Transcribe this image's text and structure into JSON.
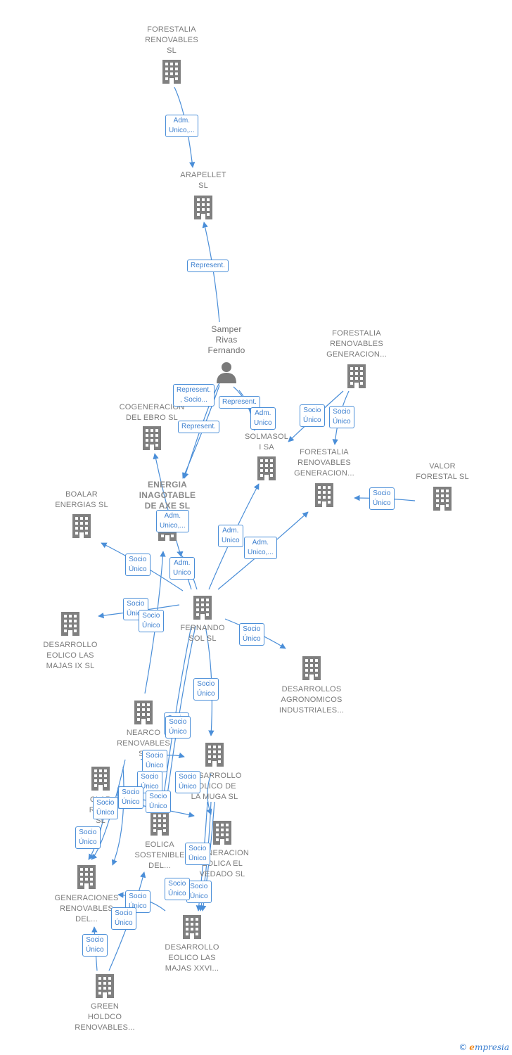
{
  "colors": {
    "edge": "#4a8ed8",
    "building": "#808080",
    "focus": "#f06a2a",
    "person": "#7a7a7a",
    "label": "#7a7a7a"
  },
  "nodes": [
    {
      "id": "forestalia_top",
      "kind": "company",
      "lines": [
        "FORESTALIA",
        "RENOVABLES",
        "SL"
      ]
    },
    {
      "id": "arapellet",
      "kind": "company",
      "lines": [
        "ARAPELLET",
        "SL"
      ]
    },
    {
      "id": "samper",
      "kind": "person",
      "lines": [
        "Samper",
        "Rivas",
        "Fernando"
      ]
    },
    {
      "id": "forestalia_gen_top",
      "kind": "company",
      "lines": [
        "FORESTALIA",
        "RENOVABLES",
        "GENERACION..."
      ]
    },
    {
      "id": "cogeneracion",
      "kind": "company",
      "lines": [
        "COGENERACION",
        "DEL EBRO  SL"
      ]
    },
    {
      "id": "solmasol",
      "kind": "company",
      "lines": [
        "SOLMASOL",
        "I SA"
      ]
    },
    {
      "id": "forestalia_gen_mid",
      "kind": "company",
      "lines": [
        "FORESTALIA",
        "RENOVABLES",
        "GENERACION..."
      ]
    },
    {
      "id": "valor_forestal",
      "kind": "company",
      "lines": [
        "VALOR",
        "FORESTAL SL"
      ]
    },
    {
      "id": "boalar",
      "kind": "company",
      "lines": [
        "BOALAR",
        "ENERGIAS  SL"
      ]
    },
    {
      "id": "energia",
      "kind": "focus",
      "lines": [
        "ENERGIA",
        "INAGOTABLE",
        "DE AXE  SL"
      ]
    },
    {
      "id": "fernando_sol",
      "kind": "company",
      "lines": [
        "FERNANDO",
        "SOL SL"
      ]
    },
    {
      "id": "desarrollo_ix",
      "kind": "company",
      "lines": [
        "DESARROLLO",
        "EOLICO LAS",
        "MAJAS IX  SL"
      ]
    },
    {
      "id": "desarrollos_agro",
      "kind": "company",
      "lines": [
        "DESARROLLOS",
        "AGRONOMICOS",
        "INDUSTRIALES..."
      ]
    },
    {
      "id": "nearco",
      "kind": "company",
      "lines": [
        "NEARCO",
        "RENOVABLES",
        "SL"
      ]
    },
    {
      "id": "desarrollo_muga",
      "kind": "company",
      "lines": [
        "DESARROLLO",
        "EOLICO DE",
        "LA MUGA SL"
      ]
    },
    {
      "id": "clar",
      "kind": "company",
      "lines": [
        "CLAR",
        "RENO",
        "SL"
      ]
    },
    {
      "id": "eolica_sostenible",
      "kind": "company",
      "lines": [
        "EOLICA",
        "SOSTENIBLE",
        "DEL..."
      ]
    },
    {
      "id": "generacion_vedado",
      "kind": "company",
      "lines": [
        "GENERACION",
        "EOLICA EL",
        "VEDADO SL"
      ]
    },
    {
      "id": "generaciones_ren",
      "kind": "company",
      "lines": [
        "GENERACIONES",
        "RENOVABLES",
        "DEL..."
      ]
    },
    {
      "id": "desarrollo_xxvi",
      "kind": "company",
      "lines": [
        "DESARROLLO",
        "EOLICO LAS",
        "MAJAS XXVI..."
      ]
    },
    {
      "id": "green_holdco",
      "kind": "company",
      "lines": [
        "GREEN",
        "HOLDCO",
        "RENOVABLES..."
      ]
    }
  ],
  "edges": [
    {
      "from": "forestalia_top",
      "to": "arapellet",
      "label": [
        "Adm.",
        "Unico,..."
      ]
    },
    {
      "from": "samper",
      "to": "arapellet",
      "label": [
        "Represent."
      ]
    },
    {
      "from": "samper",
      "to": "energia",
      "label": [
        "Represent.",
        ", Socio..."
      ]
    },
    {
      "from": "samper",
      "to": "energia",
      "label": [
        "Represent."
      ]
    },
    {
      "from": "samper",
      "to": "solmasol",
      "label": [
        "Represent."
      ]
    },
    {
      "from": "samper",
      "to": "solmasol",
      "label": [
        "Adm.",
        "Unico"
      ]
    },
    {
      "from": "forestalia_gen_top",
      "to": "forestalia_gen_mid",
      "label": [
        "Socio",
        "Único"
      ]
    },
    {
      "from": "forestalia_gen_top",
      "to": "forestalia_gen_mid",
      "label": [
        "Socio",
        "Único"
      ]
    },
    {
      "from": "valor_forestal",
      "to": "forestalia_gen_mid",
      "label": [
        "Socio",
        "Único"
      ]
    },
    {
      "from": "fernando_sol",
      "to": "cogeneracion",
      "label": [
        "Adm.",
        "Unico,..."
      ]
    },
    {
      "from": "fernando_sol",
      "to": "energia",
      "label": [
        "Adm.",
        "Unico"
      ]
    },
    {
      "from": "fernando_sol",
      "to": "solmasol",
      "label": [
        "Adm.",
        "Unico"
      ]
    },
    {
      "from": "fernando_sol",
      "to": "forestalia_gen_mid",
      "label": [
        "Adm.",
        "Unico,..."
      ]
    },
    {
      "from": "fernando_sol",
      "to": "boalar",
      "label": [
        "Socio",
        "Único"
      ]
    },
    {
      "from": "fernando_sol",
      "to": "desarrollo_ix",
      "label": [
        "Socio",
        "Único"
      ]
    },
    {
      "from": "nearco",
      "to": "energia",
      "label": [
        "Socio",
        "Único"
      ]
    },
    {
      "from": "fernando_sol",
      "to": "desarrollos_agro",
      "label": [
        "Socio",
        "Único"
      ]
    },
    {
      "from": "fernando_sol",
      "to": "desarrollo_muga",
      "label": [
        "Socio",
        "Único"
      ]
    },
    {
      "from": "fernando_sol",
      "to": "eolica_sostenible",
      "label": [
        "Socio",
        "Único"
      ]
    },
    {
      "from": "fernando_sol",
      "to": "eolica_sostenible",
      "label": [
        "Socio",
        "Único"
      ]
    },
    {
      "from": "nearco",
      "to": "desarrollo_muga",
      "label": [
        "Socio",
        "Único"
      ]
    },
    {
      "from": "nearco",
      "to": "eolica_sostenible",
      "label": [
        "Socio",
        "Único"
      ]
    },
    {
      "from": "desarrollo_muga",
      "to": "generacion_vedado",
      "label": [
        "Socio",
        "Único"
      ]
    },
    {
      "from": "clar",
      "to": "eolica_sostenible",
      "label": [
        "Socio",
        "Único"
      ]
    },
    {
      "from": "clar",
      "to": "eolica_sostenible",
      "label": [
        "Socio",
        "Único"
      ]
    },
    {
      "from": "clar",
      "to": "generacion_vedado",
      "label": [
        "Socio",
        "Único"
      ]
    },
    {
      "from": "clar",
      "to": "generaciones_ren",
      "label": [
        "Socio",
        "Único"
      ]
    },
    {
      "from": "nearco",
      "to": "generaciones_ren",
      "label": [
        "Socio",
        "Único"
      ]
    },
    {
      "from": "generacion_vedado",
      "to": "desarrollo_xxvi",
      "label": [
        "Socio",
        "Único"
      ]
    },
    {
      "from": "generacion_vedado",
      "to": "desarrollo_xxvi",
      "label": [
        "Socio",
        "Único"
      ]
    },
    {
      "from": "generacion_vedado",
      "to": "desarrollo_xxvi",
      "label": [
        "Socio",
        "Único"
      ]
    },
    {
      "from": "desarrollo_xxvi",
      "to": "generaciones_ren",
      "label": [
        "Socio",
        "Único"
      ]
    },
    {
      "from": "green_holdco",
      "to": "eolica_sostenible",
      "label": [
        "Socio",
        "Único"
      ]
    },
    {
      "from": "green_holdco",
      "to": "generaciones_ren",
      "label": [
        "Socio",
        "Único"
      ]
    }
  ],
  "brand": {
    "copyright": "©",
    "initial": "e",
    "rest": "mpresia"
  }
}
